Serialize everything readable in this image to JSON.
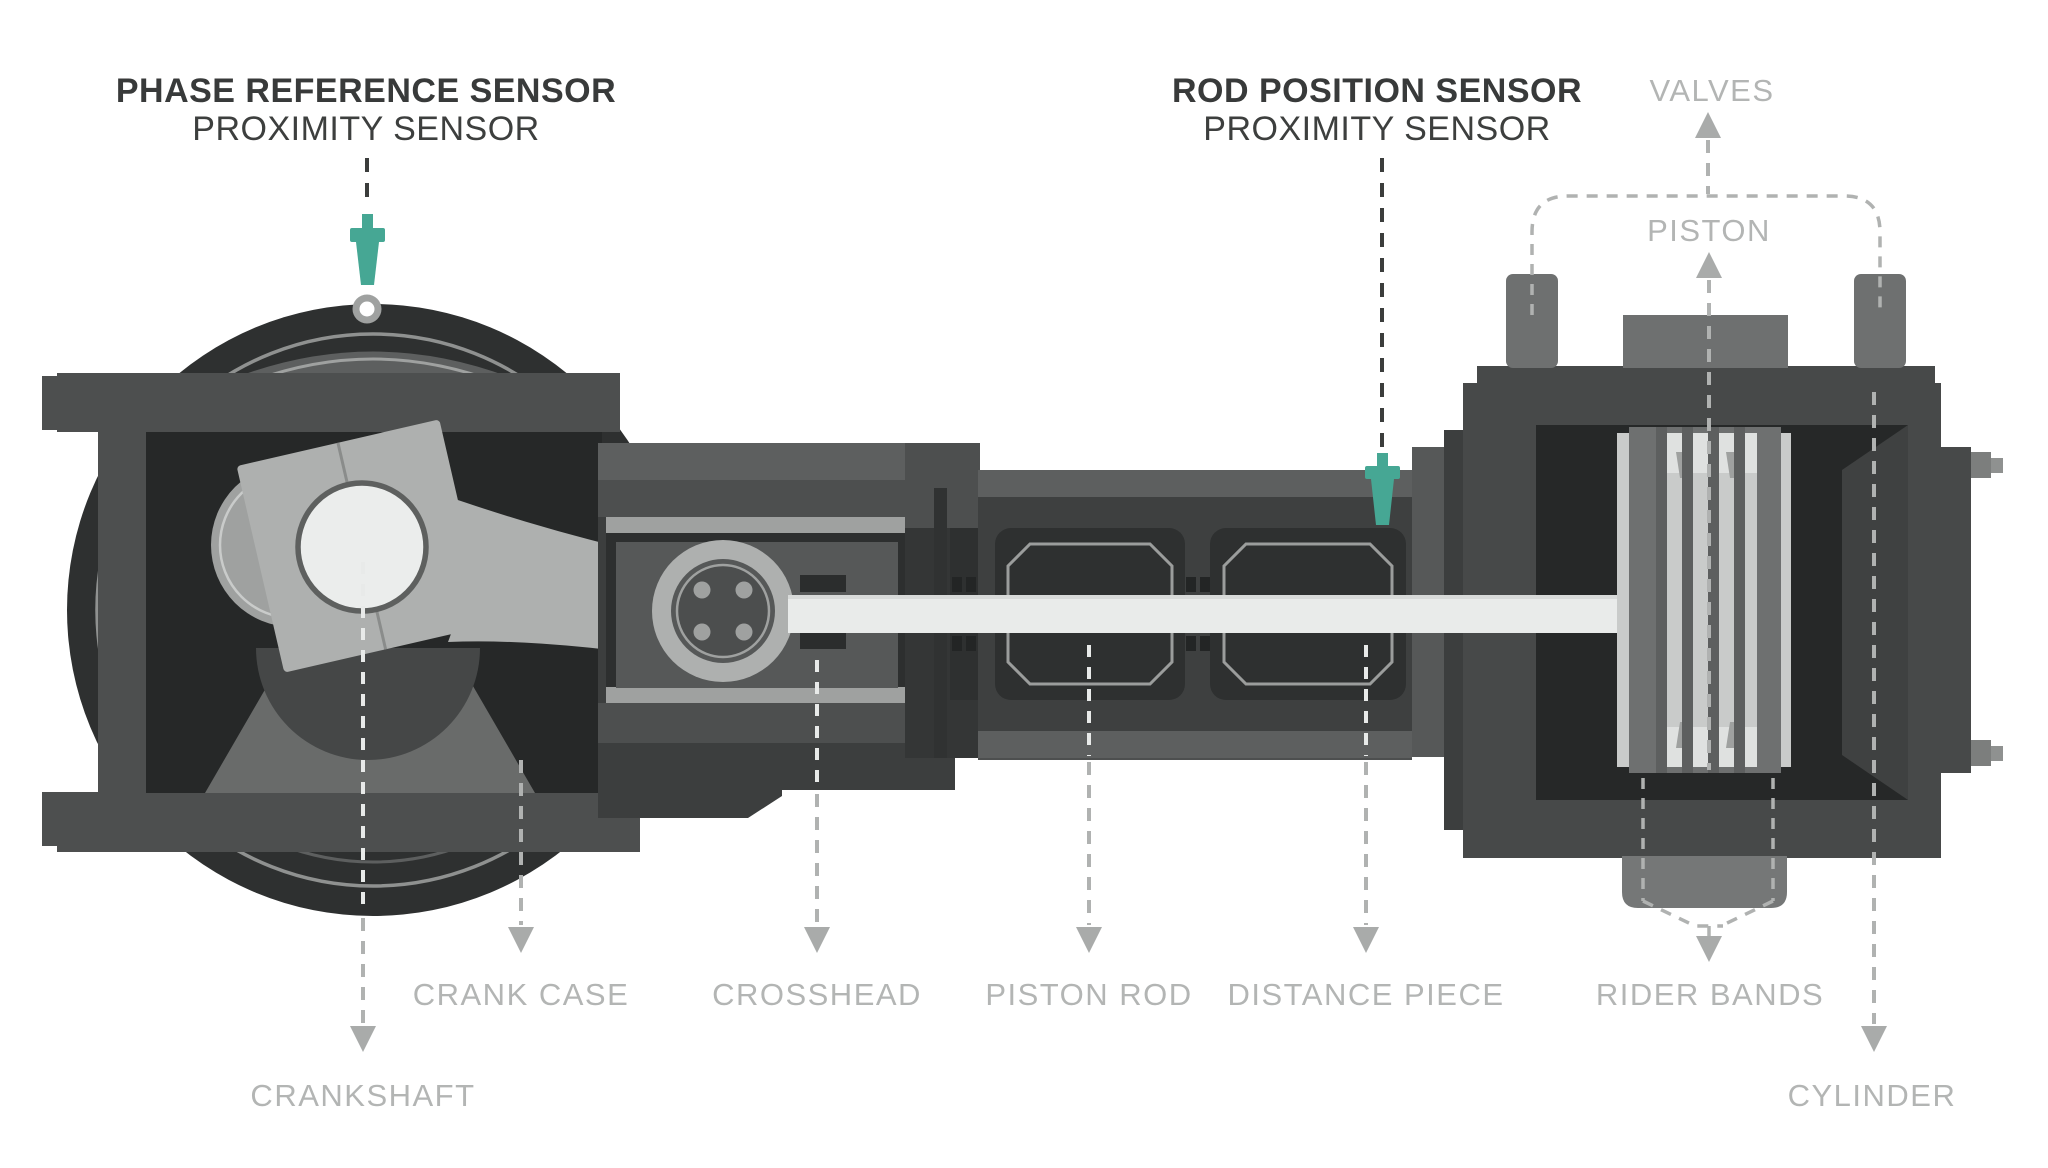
{
  "colors": {
    "background": "#ffffff",
    "sensor_teal": "#46a794",
    "label_gray": "#b3b5b4",
    "label_dark": "#383a3a",
    "leader_gray": "#b0b2b1",
    "machine_dark": "#2e3030",
    "machine_mid": "#4d4f4f",
    "connecting_rod_gray": "#aeb0af",
    "piston_rod_light": "#e9ebea"
  },
  "callouts": {
    "phase_reference_sensor": {
      "title": "PHASE REFERENCE SENSOR",
      "subtitle": "PROXIMITY SENSOR"
    },
    "rod_position_sensor": {
      "title": "ROD POSITION SENSOR",
      "subtitle": "PROXIMITY SENSOR"
    },
    "valves": {
      "label": "VALVES"
    },
    "piston": {
      "label": "PISTON"
    },
    "crank_case": {
      "label": "CRANK CASE"
    },
    "crankshaft": {
      "label": "CRANKSHAFT"
    },
    "crosshead": {
      "label": "CROSSHEAD"
    },
    "piston_rod": {
      "label": "PISTON ROD"
    },
    "distance_piece": {
      "label": "DISTANCE PIECE"
    },
    "rider_bands": {
      "label": "RIDER BANDS"
    },
    "cylinder": {
      "label": "CYLINDER"
    }
  }
}
